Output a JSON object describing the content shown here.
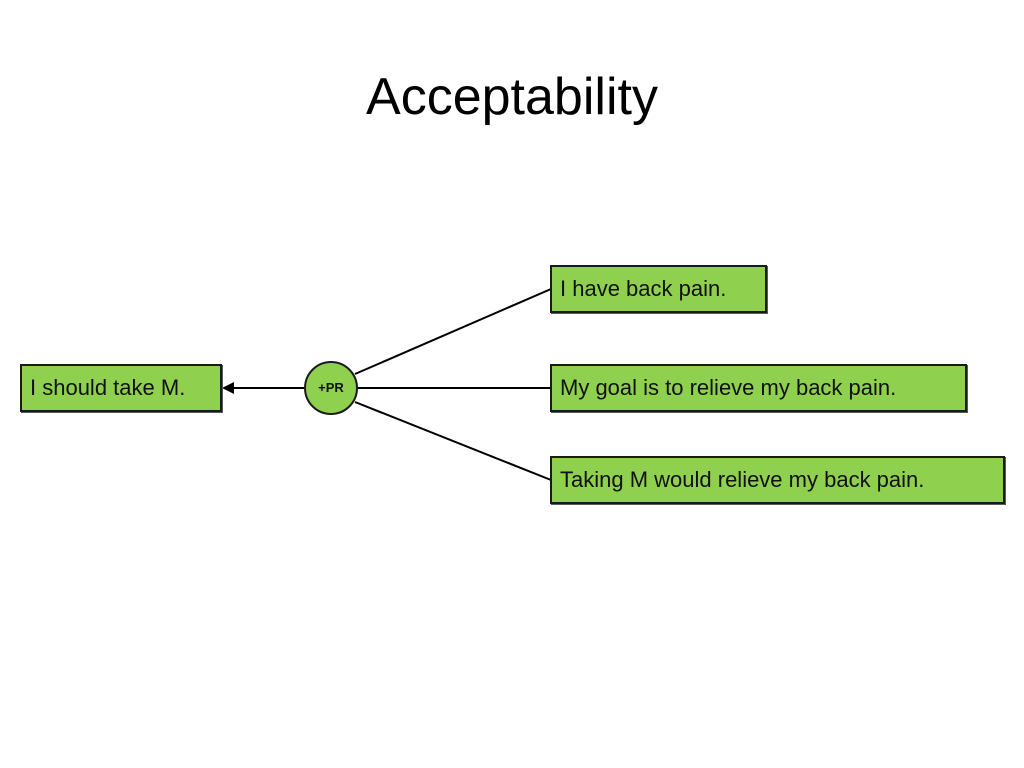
{
  "slide": {
    "title": "Acceptability"
  },
  "diagram": {
    "conclusion": "I should take M.",
    "inference_node": "+PR",
    "premises": [
      "I have back pain.",
      "My goal is to relieve my back pain.",
      "Taking M would relieve my back pain."
    ],
    "colors": {
      "box_fill": "#8fd14f",
      "stroke": "#1a1a1a"
    }
  }
}
